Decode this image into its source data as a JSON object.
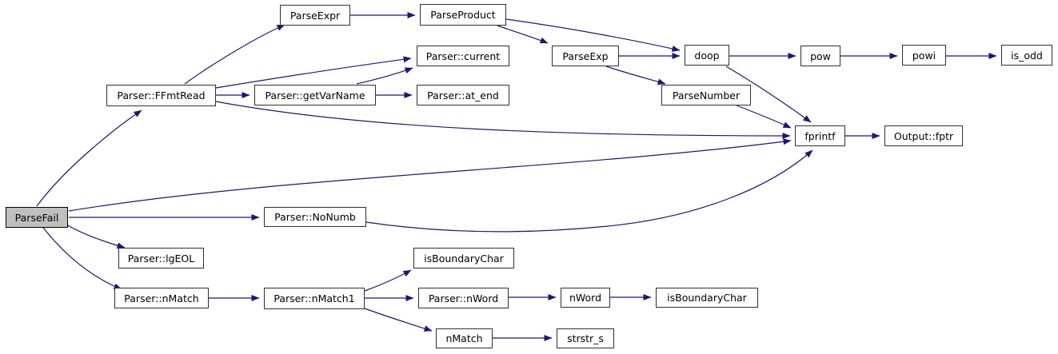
{
  "diagram": {
    "type": "call-graph",
    "colors": {
      "edge": "#191970",
      "node_border": "#303030",
      "node_fill": "#ffffff",
      "highlight_fill": "#bfbfbf",
      "text": "#000000",
      "background": "#ffffff"
    },
    "nodes": [
      {
        "id": "parsefail",
        "label": "ParseFail",
        "highlighted": true
      },
      {
        "id": "ffmtread",
        "label": "Parser::FFmtRead",
        "highlighted": false
      },
      {
        "id": "parseexpr",
        "label": "ParseExpr",
        "highlighted": false
      },
      {
        "id": "parseproduct",
        "label": "ParseProduct",
        "highlighted": false
      },
      {
        "id": "current",
        "label": "Parser::current",
        "highlighted": false
      },
      {
        "id": "getvarname",
        "label": "Parser::getVarName",
        "highlighted": false
      },
      {
        "id": "atend",
        "label": "Parser::at_end",
        "highlighted": false
      },
      {
        "id": "parseexp",
        "label": "ParseExp",
        "highlighted": false
      },
      {
        "id": "doop",
        "label": "doop",
        "highlighted": false
      },
      {
        "id": "pow",
        "label": "pow",
        "highlighted": false
      },
      {
        "id": "powi",
        "label": "powi",
        "highlighted": false
      },
      {
        "id": "isodd",
        "label": "is_odd",
        "highlighted": false
      },
      {
        "id": "parsenumber",
        "label": "ParseNumber",
        "highlighted": false
      },
      {
        "id": "fprintf",
        "label": "fprintf",
        "highlighted": false
      },
      {
        "id": "outputfptr",
        "label": "Output::fptr",
        "highlighted": false
      },
      {
        "id": "nonumb",
        "label": "Parser::NoNumb",
        "highlighted": false
      },
      {
        "id": "lgeol",
        "label": "Parser::lgEOL",
        "highlighted": false
      },
      {
        "id": "nmatchp",
        "label": "Parser::nMatch",
        "highlighted": false
      },
      {
        "id": "nmatch1",
        "label": "Parser::nMatch1",
        "highlighted": false
      },
      {
        "id": "isboundary1",
        "label": "isBoundaryChar",
        "highlighted": false
      },
      {
        "id": "nwordp",
        "label": "Parser::nWord",
        "highlighted": false
      },
      {
        "id": "nword",
        "label": "nWord",
        "highlighted": false
      },
      {
        "id": "isboundary2",
        "label": "isBoundaryChar",
        "highlighted": false
      },
      {
        "id": "nmatch",
        "label": "nMatch",
        "highlighted": false
      },
      {
        "id": "strstrs",
        "label": "strstr_s",
        "highlighted": false
      }
    ],
    "edges": [
      {
        "from": "ParseFail",
        "to": "Parser::FFmtRead"
      },
      {
        "from": "ParseFail",
        "to": "fprintf"
      },
      {
        "from": "ParseFail",
        "to": "Parser::NoNumb"
      },
      {
        "from": "ParseFail",
        "to": "Parser::lgEOL"
      },
      {
        "from": "ParseFail",
        "to": "Parser::nMatch"
      },
      {
        "from": "Parser::FFmtRead",
        "to": "ParseExpr"
      },
      {
        "from": "Parser::FFmtRead",
        "to": "Parser::current"
      },
      {
        "from": "Parser::FFmtRead",
        "to": "Parser::getVarName"
      },
      {
        "from": "Parser::FFmtRead",
        "to": "fprintf"
      },
      {
        "from": "ParseExpr",
        "to": "ParseProduct"
      },
      {
        "from": "ParseProduct",
        "to": "ParseExp"
      },
      {
        "from": "ParseProduct",
        "to": "doop"
      },
      {
        "from": "Parser::getVarName",
        "to": "Parser::current"
      },
      {
        "from": "Parser::getVarName",
        "to": "Parser::at_end"
      },
      {
        "from": "ParseExp",
        "to": "doop"
      },
      {
        "from": "ParseExp",
        "to": "ParseNumber"
      },
      {
        "from": "doop",
        "to": "pow"
      },
      {
        "from": "doop",
        "to": "fprintf"
      },
      {
        "from": "pow",
        "to": "powi"
      },
      {
        "from": "powi",
        "to": "is_odd"
      },
      {
        "from": "ParseNumber",
        "to": "fprintf"
      },
      {
        "from": "fprintf",
        "to": "Output::fptr"
      },
      {
        "from": "Parser::NoNumb",
        "to": "fprintf"
      },
      {
        "from": "Parser::nMatch",
        "to": "Parser::nMatch1"
      },
      {
        "from": "Parser::nMatch1",
        "to": "isBoundaryChar"
      },
      {
        "from": "Parser::nMatch1",
        "to": "Parser::nWord"
      },
      {
        "from": "Parser::nMatch1",
        "to": "nMatch"
      },
      {
        "from": "Parser::nWord",
        "to": "nWord"
      },
      {
        "from": "nWord",
        "to": "isBoundaryChar"
      },
      {
        "from": "nMatch",
        "to": "strstr_s"
      }
    ]
  }
}
